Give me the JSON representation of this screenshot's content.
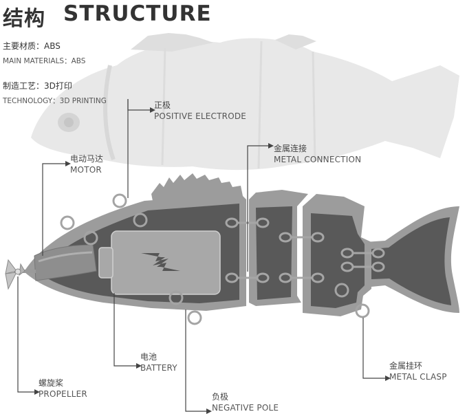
{
  "title": {
    "cn": "结构",
    "en": "STRUCTURE"
  },
  "specs": [
    {
      "cn": "主要材质：ABS",
      "en": "MAIN MATERIALS：ABS"
    },
    {
      "cn": "制造工艺：3D打印",
      "en": "TECHNOLOGY：3D PRINTING"
    }
  ],
  "labels": {
    "positive_electrode": {
      "cn": "正极",
      "en": "POSITIVE ELECTRODE"
    },
    "motor": {
      "cn": "电动马达",
      "en": "MOTOR"
    },
    "metal_connection": {
      "cn": "金属连接",
      "en": "METAL CONNECTION"
    },
    "battery": {
      "cn": "电池",
      "en": "BATTERY"
    },
    "metal_clasp": {
      "cn": "金属挂环",
      "en": "METAL CLASP"
    },
    "propeller": {
      "cn": "螺旋桨",
      "en": "PROPELLER"
    },
    "negative_pole": {
      "cn": "负极",
      "en": "NEGATIVE POLE"
    }
  },
  "colors": {
    "body_outer": "#9c9c9c",
    "body_inner": "#595959",
    "battery_fill": "#a8a8a8",
    "leader_line": "#444444",
    "ghost_fish": "#e6e6e6"
  },
  "icons": [
    "lightning-bolt-icon",
    "propeller-icon"
  ]
}
